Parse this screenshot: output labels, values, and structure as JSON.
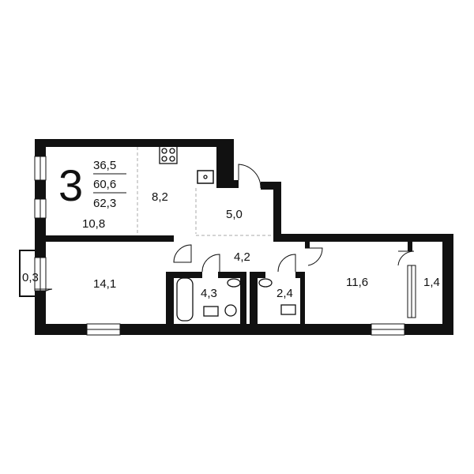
{
  "plan": {
    "room_count": "3",
    "totals": {
      "living": "36,5",
      "total": "60,6",
      "total_with_balcony": "62,3"
    },
    "rooms": {
      "living_room": "10,8",
      "kitchen": "8,2",
      "hall": "5,0",
      "corridor": "4,2",
      "bedroom_left": "14,1",
      "bathroom": "4,3",
      "toilet": "2,4",
      "bedroom_right": "11,6",
      "balcony_right": "1,4",
      "balcony_left": "0,3"
    }
  },
  "colors": {
    "wall": "#111111",
    "background": "#ffffff",
    "window": "#ffffff"
  }
}
